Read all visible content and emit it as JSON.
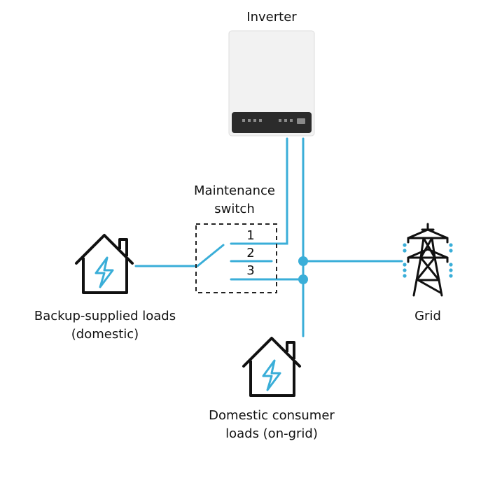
{
  "inverter": {
    "label": "Inverter"
  },
  "maintenance_switch": {
    "label_line1": "Maintenance",
    "label_line2": "switch",
    "positions": [
      "1",
      "2",
      "3"
    ]
  },
  "backup_loads": {
    "label_line1": "Backup-supplied loads",
    "label_line2": "(domestic)",
    "icon": "house-lightning-icon"
  },
  "grid": {
    "label": "Grid",
    "icon": "power-pylon-icon"
  },
  "domestic_loads": {
    "label_line1": "Domestic consumer",
    "label_line2": "loads (on-grid)",
    "icon": "house-lightning-icon"
  },
  "colors": {
    "wire": "#3aaed8",
    "outline": "#111111",
    "inverter_body": "#f3f3f3",
    "inverter_panel": "#2b2b2b"
  }
}
